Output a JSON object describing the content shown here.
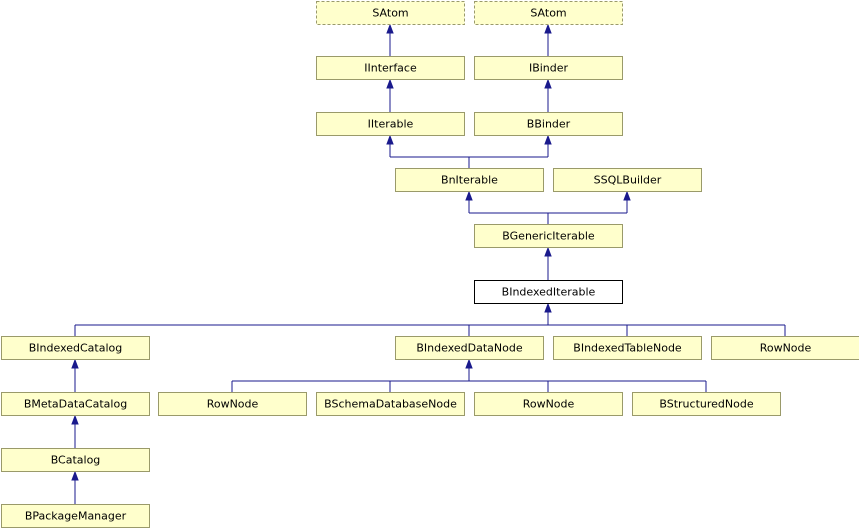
{
  "nodes": {
    "satom-1": {
      "label": "SAtom",
      "style": "dashed"
    },
    "satom-2": {
      "label": "SAtom",
      "style": "dashed"
    },
    "iinterface": {
      "label": "IInterface"
    },
    "ibinder": {
      "label": "IBinder"
    },
    "iiterable": {
      "label": "IIterable"
    },
    "bbinder": {
      "label": "BBinder"
    },
    "bniterable": {
      "label": "BnIterable"
    },
    "ssqlbuilder": {
      "label": "SSQLBuilder"
    },
    "bgenericiterable": {
      "label": "BGenericIterable"
    },
    "bindexediterable": {
      "label": "BIndexedIterable",
      "style": "current"
    },
    "bindexedcatalog": {
      "label": "BIndexedCatalog"
    },
    "bindexeddatanode": {
      "label": "BIndexedDataNode"
    },
    "bindexedtablenode": {
      "label": "BIndexedTableNode"
    },
    "rownode-1": {
      "label": "RowNode"
    },
    "bmetadatacatalog": {
      "label": "BMetaDataCatalog"
    },
    "rownode-2": {
      "label": "RowNode"
    },
    "bschemadatabasenode": {
      "label": "BSchemaDatabaseNode"
    },
    "rownode-3": {
      "label": "RowNode"
    },
    "bstructurednode": {
      "label": "BStructuredNode"
    },
    "bcatalog": {
      "label": "BCatalog"
    },
    "bpackagemanager": {
      "label": "BPackageManager"
    }
  },
  "edges": [
    {
      "from": "iinterface",
      "to": "satom-1"
    },
    {
      "from": "ibinder",
      "to": "satom-2"
    },
    {
      "from": "iiterable",
      "to": "iinterface"
    },
    {
      "from": "bbinder",
      "to": "ibinder"
    },
    {
      "from": "bniterable",
      "to": "iiterable"
    },
    {
      "from": "bniterable",
      "to": "bbinder"
    },
    {
      "from": "bgenericiterable",
      "to": "bniterable"
    },
    {
      "from": "bgenericiterable",
      "to": "ssqlbuilder"
    },
    {
      "from": "bindexediterable",
      "to": "bgenericiterable"
    },
    {
      "from": "bindexedcatalog",
      "to": "bindexediterable"
    },
    {
      "from": "bindexeddatanode",
      "to": "bindexediterable"
    },
    {
      "from": "bindexedtablenode",
      "to": "bindexediterable"
    },
    {
      "from": "rownode-1",
      "to": "bindexediterable"
    },
    {
      "from": "bmetadatacatalog",
      "to": "bindexedcatalog"
    },
    {
      "from": "rownode-2",
      "to": "bindexeddatanode"
    },
    {
      "from": "bschemadatabasenode",
      "to": "bindexeddatanode"
    },
    {
      "from": "rownode-3",
      "to": "bindexeddatanode"
    },
    {
      "from": "bstructurednode",
      "to": "bindexeddatanode"
    },
    {
      "from": "bcatalog",
      "to": "bmetadatacatalog"
    },
    {
      "from": "bpackagemanager",
      "to": "bcatalog"
    }
  ],
  "colors": {
    "node_fill": "#ffffcc",
    "edge": "#1a1a8c"
  }
}
